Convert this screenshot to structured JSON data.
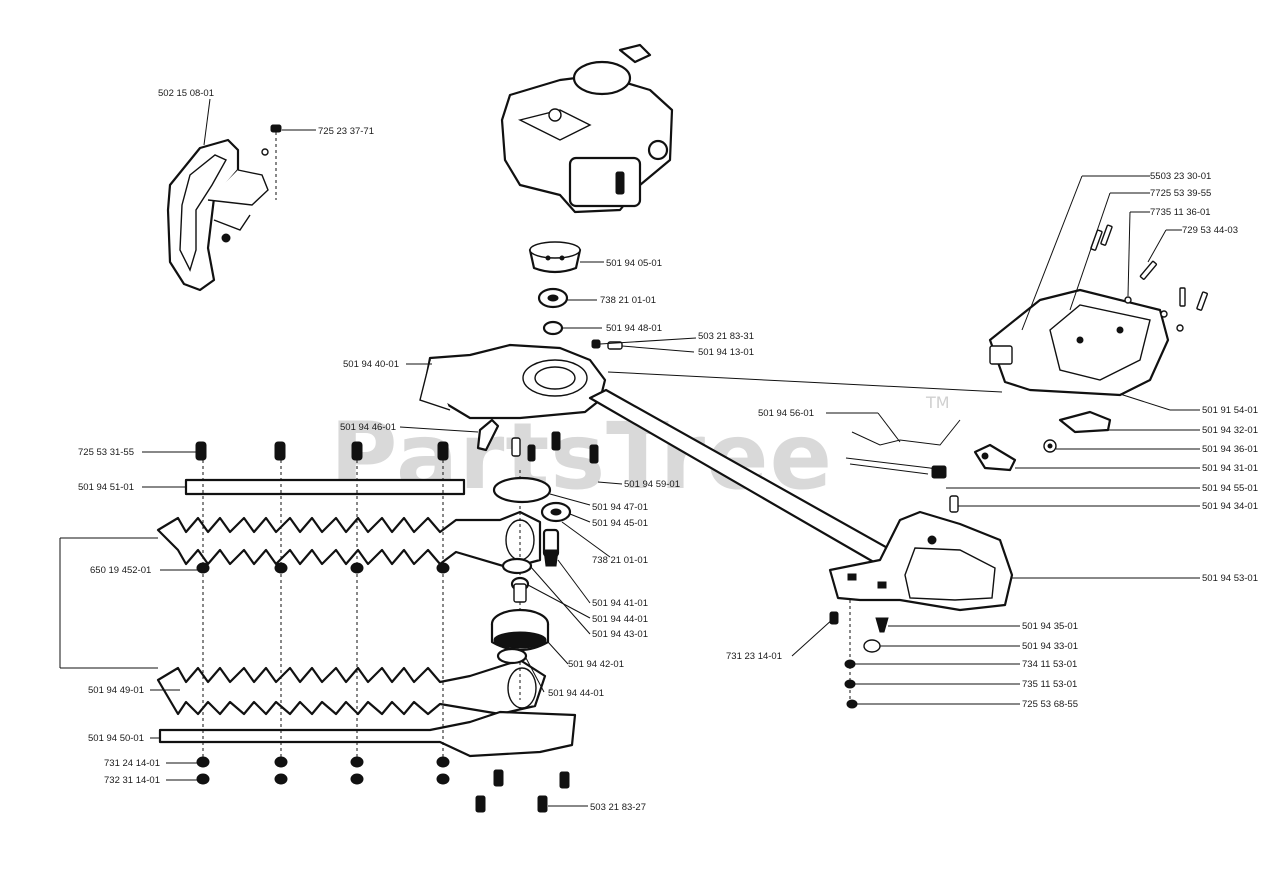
{
  "watermark": {
    "brand": "PartsTree",
    "trademark": "TM"
  },
  "labels": {
    "handle_front": "502 15 08-01",
    "handle_screw": "725 23 37-71",
    "clutch_drum": "501 94 05-01",
    "bearing_upper": "738 21 01-01",
    "washer_upper": "501 94 48-01",
    "screw_plug": "503 21 83-31",
    "screw_housing": "501 94 13-01",
    "gear_housing": "501 94 40-01",
    "guard_clip": "501 94 46-01",
    "blade_screw": "725 53 31-55",
    "support_plate": "501 94 51-01",
    "housing_screw": "501 94 59-01",
    "cover_disc": "501 94 47-01",
    "bearing_nut": "501 94 45-01",
    "bearing_lower": "738 21 01-01",
    "spacer": "650 19 452-01",
    "pinion": "501 94 41-01",
    "eccentric_upper": "501 94 44-01",
    "eccentric_washer": "501 94 43-01",
    "main_gear": "501 94 42-01",
    "eccentric_lower": "501 94 44-01",
    "blade_upper": "501 94 49-01",
    "blade_lower": "501 94 50-01",
    "washer_bottom": "731 24 14-01",
    "nut_bottom": "732 31 14-01",
    "bottom_screw": "503 21 83-27",
    "cover_screw_a": "5503 23 30-01",
    "cover_screw_b": "7725 53 39-55",
    "cover_screw_c": "7735 11 36-01",
    "cover_screw_d": "729 53 44-03",
    "engine_cover": "501 91 54-01",
    "throttle_cable": "501 94 56-01",
    "throttle_lever": "501 94 32-01",
    "spring": "501 94 36-01",
    "lock_lever": "501 94 31-01",
    "stop_switch": "501 94 55-01",
    "trigger_screw": "501 94 34-01",
    "rear_handle": "501 94 53-01",
    "handle_nut": "731 23 14-01",
    "handle_bolt": "501 94 35-01",
    "handle_bushing": "501 94 33-01",
    "washer_a": "734 11 53-01",
    "washer_b": "735 11 53-01",
    "washer_c": "725 53 68-55"
  }
}
